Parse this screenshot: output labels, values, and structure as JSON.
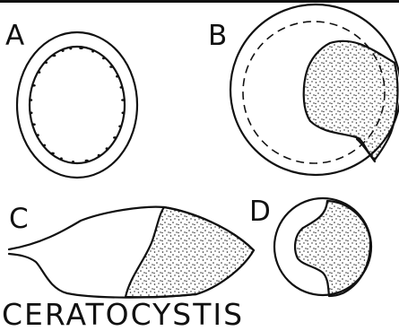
{
  "panels": {
    "a": {
      "label": "A"
    },
    "b": {
      "label": "B"
    },
    "c": {
      "label": "C"
    },
    "d": {
      "label": "D"
    }
  },
  "caption": "CERATOCYSTIS"
}
